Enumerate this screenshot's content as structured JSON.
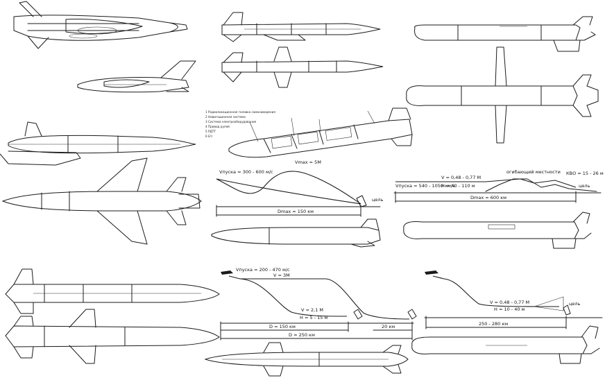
{
  "legend": {
    "items": [
      "1 Радиолокационная головка самонаведения",
      "2 Навигационная система",
      "3 Система электрооборудования",
      "4 Привод рулей",
      "5 РДТТ",
      "6 БЧ"
    ]
  },
  "diagram_a": {
    "launch_speed": "Vпуска = 300 - 600 м/с",
    "max_speed": "Vmax = 5M",
    "range": "Dmax = 150 км",
    "target": "цель"
  },
  "diagram_b": {
    "flight_speed": "V = 0,48 - 0,77 M",
    "launch_speed": "Vпуска = 540 - 1050 км/ч",
    "altitude": "H = 40 - 110 м",
    "terrain_note": "огибающий местности",
    "cep": "КВО = 15 - 26 м",
    "target": "цель",
    "range": "Dmax = 600 км"
  },
  "diagram_c": {
    "launch_speed": "Vпуска = 200 - 470 м/с",
    "cruise_speed": "V = 3M",
    "terminal_speed": "V = 2,1 M",
    "altitude": "H = 5 - 15 м",
    "range_short": "D = 150 км",
    "range_long": "D = 250 км",
    "terminal_range": "20 км"
  },
  "diagram_d": {
    "flight_speed": "V = 0,48 - 0,77 M",
    "altitude": "H = 10 - 40 м",
    "target": "цель",
    "range": "250 - 280 км"
  }
}
